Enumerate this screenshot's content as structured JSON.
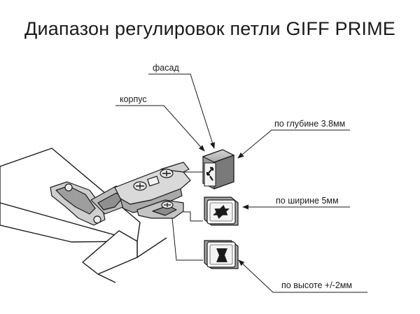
{
  "title": "Диапазон регулировок петли GIFF PRIME",
  "labels": {
    "facade": "фасад",
    "body": "корпус",
    "depth": "по глубине 3.8мм",
    "width": "по ширине 5мм",
    "height": "по высоте +/-2мм"
  }
}
